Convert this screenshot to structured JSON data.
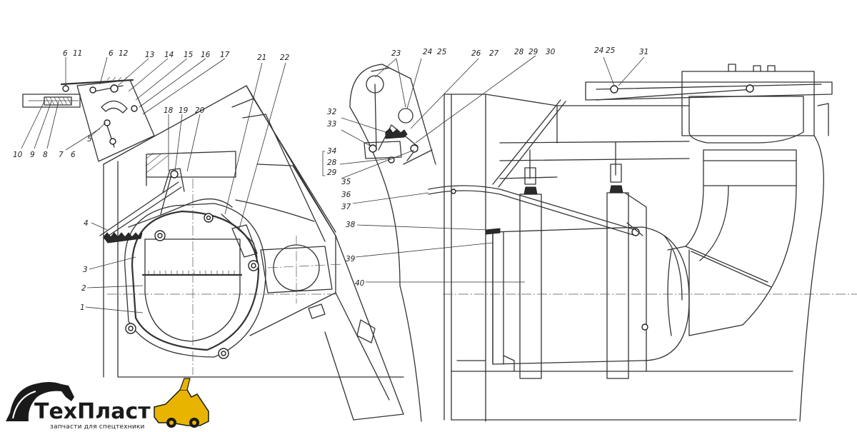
{
  "labels": {
    "l1": "1",
    "l2": "2",
    "l3": "3",
    "l4": "4",
    "l5": "5",
    "l6a": "6",
    "l6b": "6",
    "l6c": "6",
    "l7": "7",
    "l8": "8",
    "l9": "9",
    "l10": "10",
    "l11": "11",
    "l12": "12",
    "l13": "13",
    "l14": "14",
    "l15": "15",
    "l16": "16",
    "l17": "17",
    "l18": "18",
    "l19": "19",
    "l20": "20",
    "l21": "21",
    "l22": "22",
    "l23": "23",
    "l24a": "24",
    "l25a": "25",
    "l26": "26",
    "l27": "27",
    "l28a": "28",
    "l29a": "29",
    "l30": "30",
    "l24b": "24",
    "l25b": "25",
    "l31": "31",
    "l32": "32",
    "l33": "33",
    "l34": "34",
    "l28b": "28",
    "l29b": "29",
    "l35": "35",
    "l36": "36",
    "l37": "37",
    "l38": "38",
    "l39": "39",
    "l40": "40"
  },
  "logo": {
    "name": "ТехПласт",
    "tagline": "запчасти для спецтехники"
  },
  "colors": {
    "ink": "#333333",
    "logo_accent": "#e8b400",
    "background": "#ffffff"
  }
}
